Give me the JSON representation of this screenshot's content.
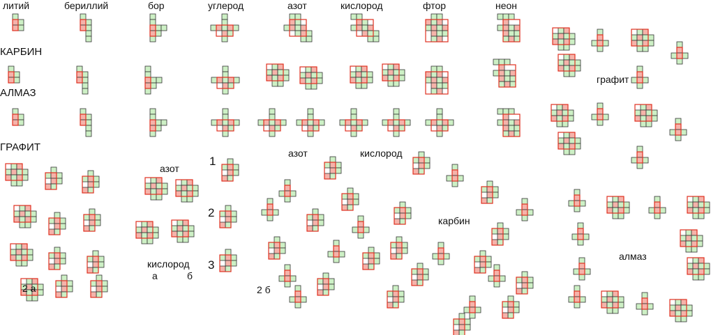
{
  "colors": {
    "green": "#cdf0c5",
    "pink": "#f5b3aa",
    "outline": "#333333",
    "red_outline": "#e03020"
  },
  "labels": {
    "lithium": "литий",
    "beryllium": "бериллий",
    "boron": "бор",
    "carbon": "углерод",
    "nitrogen": "азот",
    "oxygen": "кислород",
    "fluorine": "фтор",
    "neon": "неон",
    "carbyne_caps": "КАРБИН",
    "diamond_caps": "АЛМАЗ",
    "graphite_caps": "ГРАФИТ",
    "graphite": "графит",
    "nitrogen_row": "азот",
    "oxygen_row": "кислород",
    "nitrogen_mid": "азот",
    "oxygen_mid": "кислород",
    "sub_a": "а",
    "sub_b": "б",
    "num1": "1",
    "num2": "2",
    "num3": "3",
    "fig_2a": "2 а",
    "fig_2b": "2 б",
    "carbyne": "карбин",
    "diamond": "алмаз"
  }
}
